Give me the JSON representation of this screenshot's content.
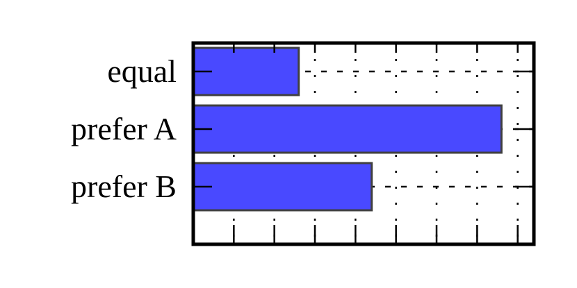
{
  "chart_data": {
    "type": "bar",
    "orientation": "horizontal",
    "title": "",
    "xlabel": "",
    "ylabel": "",
    "categories": [
      "equal",
      "prefer A",
      "prefer B"
    ],
    "values": [
      2.6,
      7.6,
      4.4
    ],
    "xlim": [
      0,
      8.4
    ],
    "x_ticks": [
      1,
      2,
      3,
      4,
      5,
      6,
      7,
      8
    ],
    "x_tick_labels_shown": false,
    "grid": true,
    "grid_style": "dotted",
    "legend": null,
    "colors": {
      "bar_fill": "#4949FF",
      "bar_edge": "#404040",
      "frame": "#000000",
      "grid": "#000000"
    }
  },
  "labels": {
    "equal": "equal",
    "prefer_a": "prefer A",
    "prefer_b": "prefer B"
  }
}
